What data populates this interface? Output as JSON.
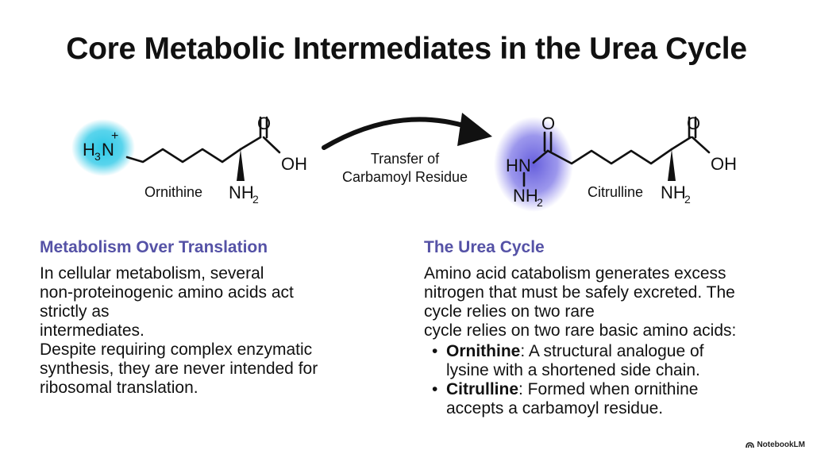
{
  "title": "Core Metabolic Intermediates in the Urea Cycle",
  "diagram": {
    "arrow_label_line1": "Transfer of",
    "arrow_label_line2": "Carbamoyl Residue",
    "ornithine": {
      "name": "Ornithine",
      "amine_H": "H",
      "amine_sub": "3",
      "amine_N": "N",
      "amine_charge": "+",
      "carbonyl_O": "O",
      "hydroxyl": "OH",
      "alpha_N": "NH",
      "alpha_sub": "2",
      "highlight_color": "#22c6e6"
    },
    "citrulline": {
      "name": "Citrulline",
      "hn": "HN",
      "nh": "NH",
      "nh_sub": "2",
      "carbonyl_O_left": "O",
      "carbonyl_O": "O",
      "hydroxyl": "OH",
      "alpha_N": "NH",
      "alpha_sub": "2",
      "highlight_color": "#4b42d6"
    }
  },
  "left": {
    "heading": "Metabolism Over Translation",
    "lines": [
      "In cellular metabolism, several",
      "non-proteinogenic amino acids act",
      "strictly as",
      "intermediates.",
      "Despite requiring complex enzymatic",
      "synthesis, they are never intended for",
      "ribosomal translation."
    ]
  },
  "right": {
    "heading": "The Urea Cycle",
    "lines": [
      "Amino acid catabolism generates excess",
      "nitrogen that must be safely excreted. The",
      "cycle relies on two rare",
      "cycle relies on two rare basic amino acids:"
    ],
    "bullets": [
      {
        "term": "Ornithine",
        "text": ": A structural analogue of",
        "text2": "lysine with a shortened side chain."
      },
      {
        "term": "Citrulline",
        "text": ": Formed when ornithine",
        "text2": "accepts a carbamoyl residue."
      }
    ]
  },
  "brand": "NotebookLM",
  "colors": {
    "heading": "#5552a6",
    "text": "#111111"
  }
}
